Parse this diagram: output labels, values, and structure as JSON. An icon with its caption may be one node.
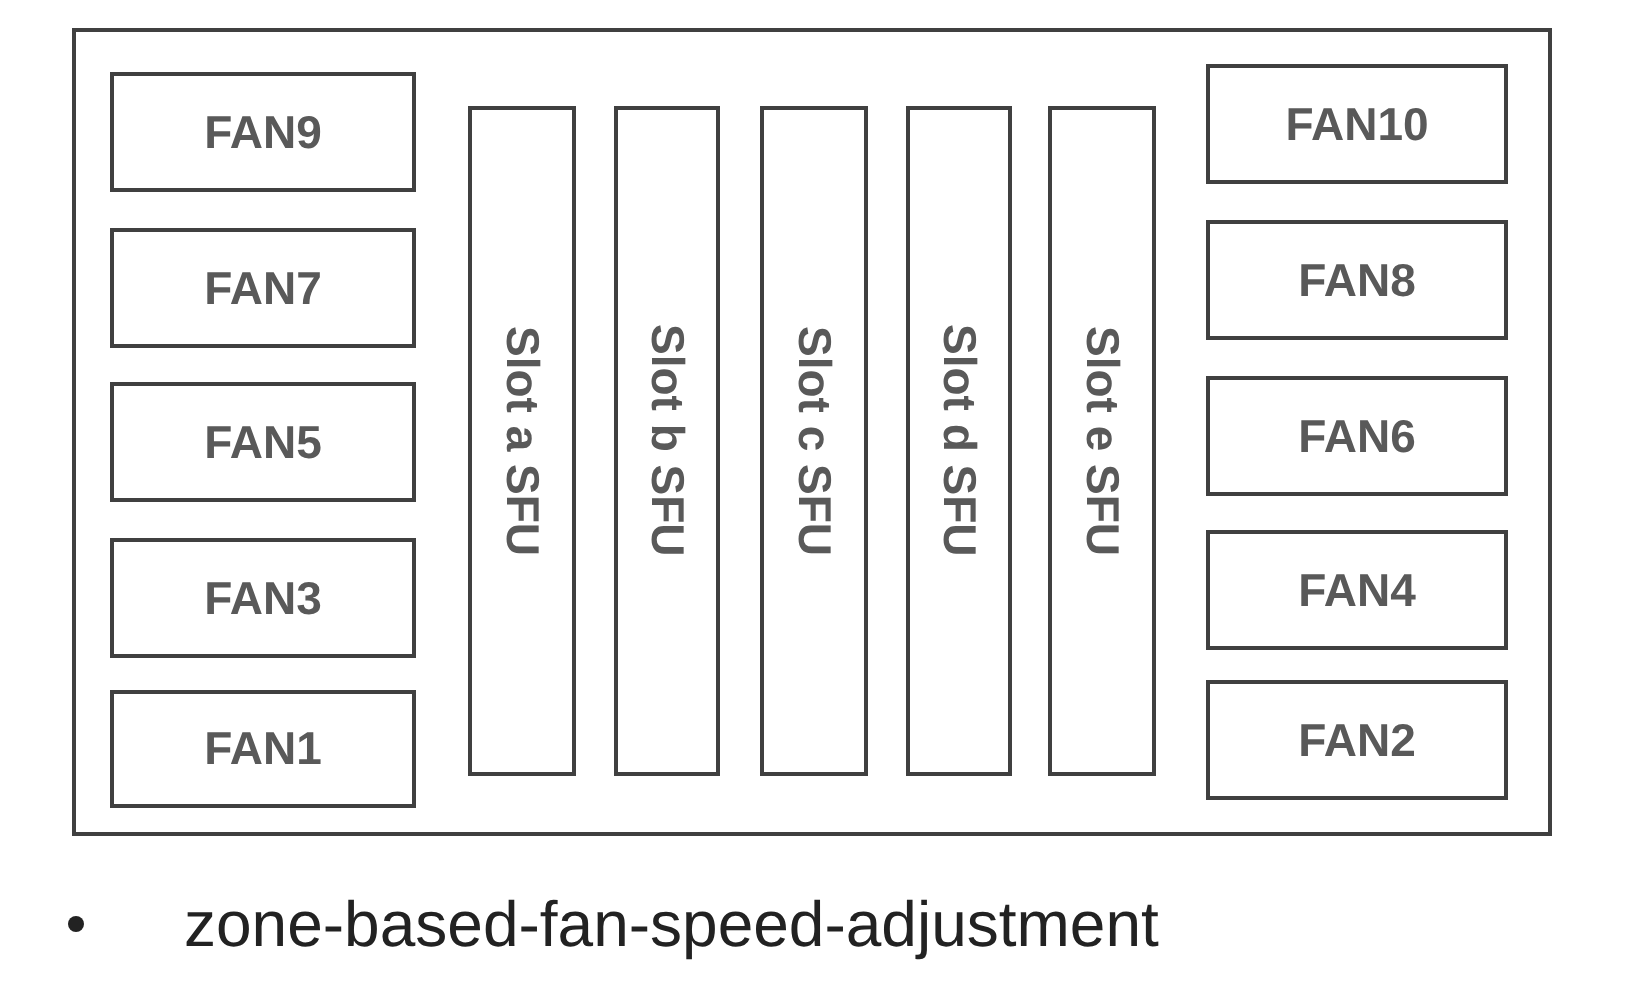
{
  "diagram": {
    "nodes": [
      {
        "text": [],
        "shape": "box"
      },
      {
        "text": [
          "FAN9"
        ],
        "in": 0
      },
      {
        "text": [
          "FAN7"
        ],
        "in": 0
      },
      {
        "text": [
          "FAN5"
        ],
        "in": 0
      },
      {
        "text": [
          "FAN3"
        ],
        "in": 0
      },
      {
        "text": [
          "FAN1"
        ],
        "in": 0
      },
      {
        "text": [
          "Slot a SFU"
        ],
        "in": 0
      },
      {
        "text": [
          "Slot b SFU"
        ],
        "in": 0
      },
      {
        "text": [
          "Slot c SFU"
        ],
        "in": 0
      },
      {
        "text": [
          "Slot d SFU"
        ],
        "in": 0
      },
      {
        "text": [
          "Slot e SFU"
        ],
        "in": 0
      },
      {
        "text": [
          "FAN10"
        ],
        "in": 0
      },
      {
        "text": [
          "FAN8"
        ],
        "in": 0
      },
      {
        "text": [
          "FAN6"
        ],
        "in": 0
      },
      {
        "text": [
          "FAN4"
        ],
        "in": 0
      },
      {
        "text": [
          "FAN2"
        ],
        "in": 0
      }
    ],
    "labels": [
      "zone-based-fan-speed-adjustment"
    ]
  }
}
